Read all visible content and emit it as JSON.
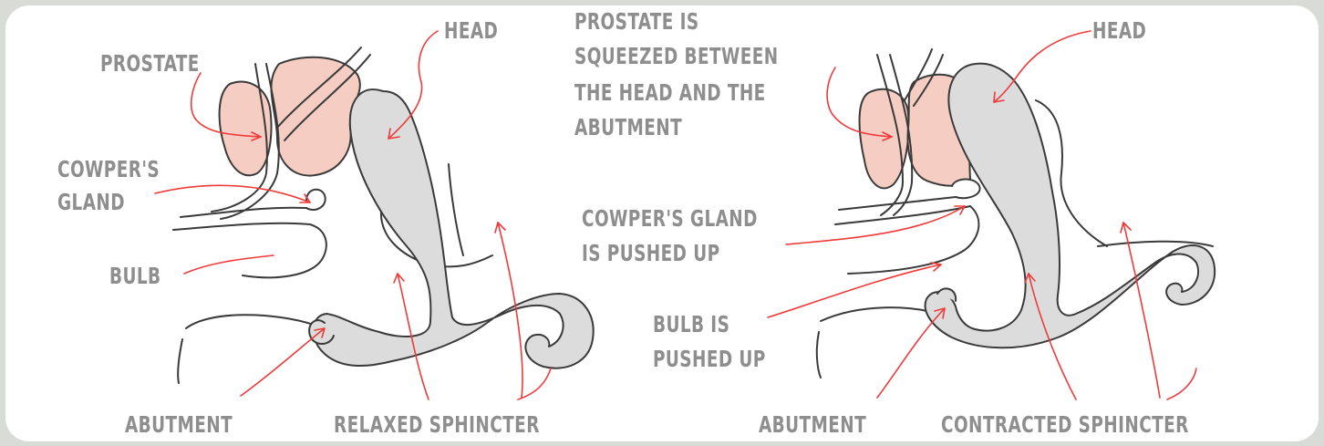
{
  "colors": {
    "background": "#d8dbd6",
    "panel": "#ffffff",
    "label_text": "#8e8e8e",
    "prostate_fill": "#f6cdc2",
    "device_fill": "#dcdcdc",
    "outline": "#3a3a3a",
    "arrow": "#ef3a3a"
  },
  "left_diagram": {
    "head": "HEAD",
    "prostate": "PROSTATE",
    "cowpers_gland": [
      "COWPER'S",
      "GLAND"
    ],
    "bulb": "BULB",
    "abutment": "ABUTMENT",
    "sphincter": "RELAXED SPHINCTER"
  },
  "right_diagram": {
    "prostate_squeezed": [
      "PROSTATE IS",
      "SQUEEZED BETWEEN",
      "THE HEAD AND THE",
      "ABUTMENT"
    ],
    "head": "HEAD",
    "cowpers_gland": [
      "COWPER'S GLAND",
      "IS PUSHED UP"
    ],
    "bulb": [
      "BULB IS",
      "PUSHED UP"
    ],
    "abutment": "ABUTMENT",
    "sphincter": "CONTRACTED SPHINCTER"
  }
}
